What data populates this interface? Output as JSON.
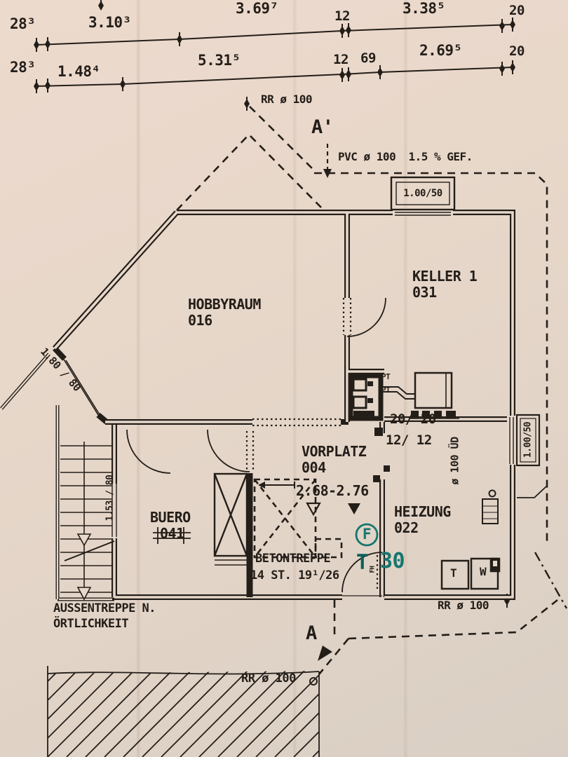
{
  "colors": {
    "paper": "#e7d8cb",
    "ink": "#241e19",
    "stamp_teal": "#16766e"
  },
  "dimensions": {
    "row1": [
      "28³",
      "3.10³",
      "3.69⁷",
      "12",
      "3.38⁵",
      "20"
    ],
    "row2": [
      "28³",
      "1.48⁴",
      "5.31⁵",
      "12",
      "69",
      "2.69⁵",
      "20"
    ]
  },
  "pipes": {
    "rr_top": "RR ø 100",
    "pvc": "PVC ø 100  1.5 % GEF.",
    "ud": "ø 100 ÜD",
    "rr_right": "RR ø 100",
    "rr_bottom": "RR ø 100"
  },
  "sections": {
    "top": "A'",
    "bottom": "A"
  },
  "windows": {
    "top": "1.00/50",
    "right": "1.00/50",
    "diagonal": "1.80 / 80",
    "stair_door": "1.53 / 80"
  },
  "rooms": {
    "hobbyraum": {
      "name": "HOBBYRAUM",
      "number": "016"
    },
    "keller": {
      "name": "KELLER 1",
      "number": "031"
    },
    "vorplatz": {
      "name": "VORPLATZ",
      "number": "004"
    },
    "buero": {
      "name": "BUERO",
      "number": "041"
    },
    "heizung": {
      "name": "HEIZUNG",
      "number": "022"
    }
  },
  "chimney": {
    "pt1": "PT",
    "pt2": "PT",
    "vent1": "20/ 20",
    "vent2": "12/ 12"
  },
  "levels": {
    "upper": "2.68",
    "lower": "-2.76"
  },
  "stamps": {
    "f": "F",
    "t": "T",
    "fh": "FH",
    "thirty": "30"
  },
  "appliances": {
    "t_box": "T",
    "w_box": "W"
  },
  "stairs": {
    "concrete1": "BETONTREPPE",
    "concrete2": "14 ST. 19¹/26",
    "outdoor1": "AUSSENTREPPE N.",
    "outdoor2": "ÖRTLICHKEIT"
  }
}
